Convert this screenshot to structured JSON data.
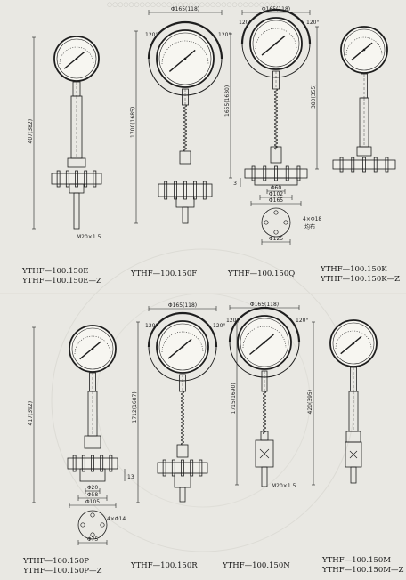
{
  "header": {
    "faded_text": "○○○○○○○○○○○○○○○○○○○○○○○○○○○○○○○○"
  },
  "gauges": [
    {
      "id": "E",
      "models": [
        "YTHF—100.150E",
        "YTHF—100.150E—Z"
      ],
      "height_dim": "407(382)",
      "thread_dim": "M20×1.5"
    },
    {
      "id": "F",
      "models": [
        "YTHF—100.150F"
      ],
      "height_dim": "1700(1685)",
      "dial_dim": "Φ165(118)",
      "angle_dim": "120°"
    },
    {
      "id": "Q",
      "models": [
        "YTHF—100.150Q"
      ],
      "height_dim": "1655(1630)",
      "dial_dim": "Φ165(118)",
      "angle_dim": "120°",
      "flange_dims": [
        "Φ60",
        "Φ102",
        "Φ165"
      ],
      "flange_height": "3",
      "bolt_dims": "4×Φ18",
      "bolt_note": "均布",
      "bolt_circle": "Φ125"
    },
    {
      "id": "K",
      "models": [
        "YTHF—100.150K",
        "YTHF—100.150K—Z"
      ],
      "height_dim": "380(355)"
    },
    {
      "id": "P",
      "models": [
        "YTHF—100.150P",
        "YTHF—100.150P—Z"
      ],
      "height_dim": "417(392)",
      "flange_dims": [
        "Φ20",
        "Φ58",
        "Φ105"
      ],
      "flange_height": "13",
      "bolt_dims": "4×Φ14",
      "bolt_circle": "Φ75"
    },
    {
      "id": "R",
      "models": [
        "YTHF—100.150R"
      ],
      "height_dim": "1712(1687)",
      "dial_dim": "Φ165(118)",
      "angle_dim": "120°"
    },
    {
      "id": "N",
      "models": [
        "YTHF—100.150N"
      ],
      "height_dim": "1715(1690)",
      "dial_dim": "Φ165(118)",
      "angle_dim": "120°",
      "thread_dim": "M20×1.5"
    },
    {
      "id": "M",
      "models": [
        "YTHF—100.150M",
        "YTHF—100.150M—Z"
      ],
      "height_dim": "420(395)"
    }
  ]
}
